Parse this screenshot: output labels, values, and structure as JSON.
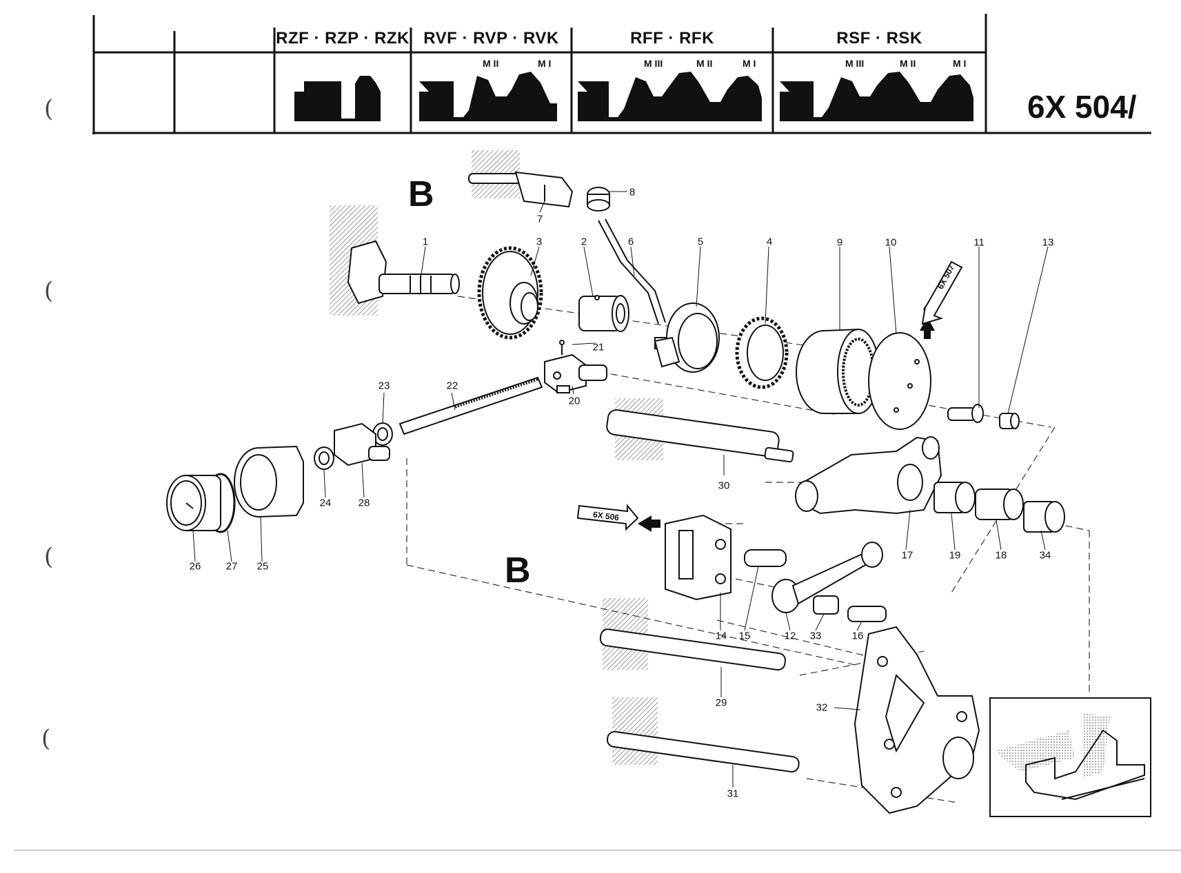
{
  "header": {
    "groups": [
      {
        "title": "RZF · RZP · RZK",
        "marks": []
      },
      {
        "title": "RVF · RVP · RVK",
        "marks": [
          "M II",
          "M I"
        ]
      },
      {
        "title": "RFF · RFK",
        "marks": [
          "M III",
          "M II",
          "M I"
        ]
      },
      {
        "title": "RSF · RSK",
        "marks": [
          "M III",
          "M II",
          "M I"
        ]
      }
    ],
    "page_code": "6X 504/"
  },
  "diagram": {
    "section_marks": [
      "B",
      "B"
    ],
    "refs": {
      "top": "6X 507",
      "left": "6X 506"
    },
    "parts": [
      {
        "n": "1"
      },
      {
        "n": "2"
      },
      {
        "n": "3"
      },
      {
        "n": "4"
      },
      {
        "n": "5"
      },
      {
        "n": "6"
      },
      {
        "n": "7"
      },
      {
        "n": "8"
      },
      {
        "n": "9"
      },
      {
        "n": "10"
      },
      {
        "n": "11"
      },
      {
        "n": "12"
      },
      {
        "n": "13"
      },
      {
        "n": "14"
      },
      {
        "n": "15"
      },
      {
        "n": "16"
      },
      {
        "n": "17"
      },
      {
        "n": "18"
      },
      {
        "n": "19"
      },
      {
        "n": "20"
      },
      {
        "n": "21"
      },
      {
        "n": "22"
      },
      {
        "n": "23"
      },
      {
        "n": "24"
      },
      {
        "n": "25"
      },
      {
        "n": "26"
      },
      {
        "n": "27"
      },
      {
        "n": "28"
      },
      {
        "n": "29"
      },
      {
        "n": "30"
      },
      {
        "n": "31"
      },
      {
        "n": "32"
      },
      {
        "n": "33"
      },
      {
        "n": "34"
      }
    ]
  },
  "margin": {
    "punch_holes": [
      "(",
      "(",
      "(",
      "("
    ]
  }
}
